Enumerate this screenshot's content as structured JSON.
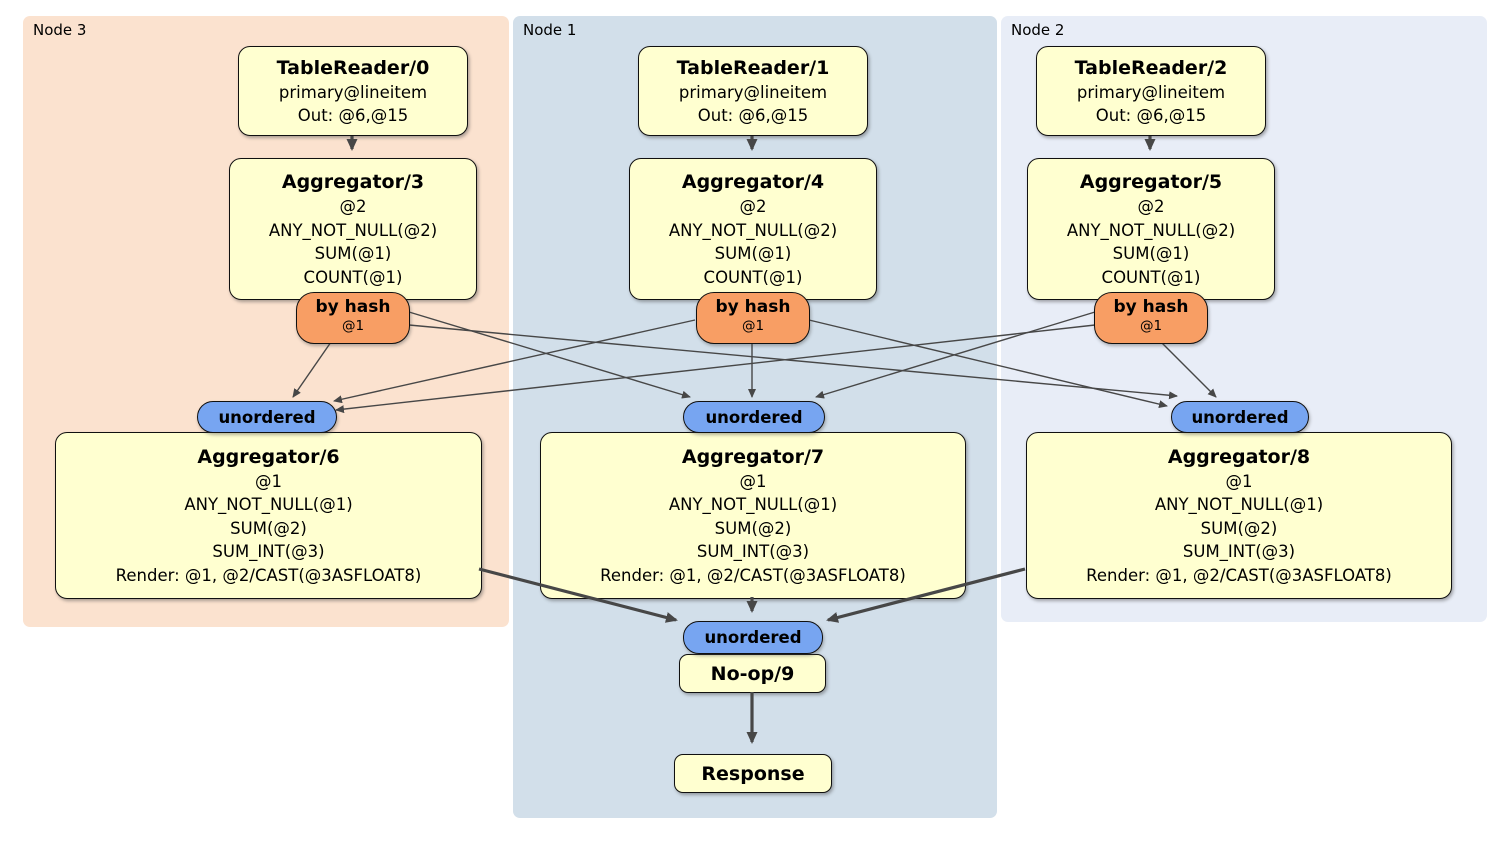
{
  "groups": [
    {
      "label": "Node 3"
    },
    {
      "label": "Node 1"
    },
    {
      "label": "Node 2"
    }
  ],
  "processors": {
    "tr0": {
      "title": "TableReader/0",
      "lines": [
        "primary@lineitem",
        "Out: @6,@15"
      ]
    },
    "tr1": {
      "title": "TableReader/1",
      "lines": [
        "primary@lineitem",
        "Out: @6,@15"
      ]
    },
    "tr2": {
      "title": "TableReader/2",
      "lines": [
        "primary@lineitem",
        "Out: @6,@15"
      ]
    },
    "agg3": {
      "title": "Aggregator/3",
      "lines": [
        "@2",
        "ANY_NOT_NULL(@2)",
        "SUM(@1)",
        "COUNT(@1)"
      ]
    },
    "agg4": {
      "title": "Aggregator/4",
      "lines": [
        "@2",
        "ANY_NOT_NULL(@2)",
        "SUM(@1)",
        "COUNT(@1)"
      ]
    },
    "agg5": {
      "title": "Aggregator/5",
      "lines": [
        "@2",
        "ANY_NOT_NULL(@2)",
        "SUM(@1)",
        "COUNT(@1)"
      ]
    },
    "agg6": {
      "title": "Aggregator/6",
      "lines": [
        "@1",
        "ANY_NOT_NULL(@1)",
        "SUM(@2)",
        "SUM_INT(@3)",
        "Render: @1, @2/CAST(@3ASFLOAT8)"
      ]
    },
    "agg7": {
      "title": "Aggregator/7",
      "lines": [
        "@1",
        "ANY_NOT_NULL(@1)",
        "SUM(@2)",
        "SUM_INT(@3)",
        "Render: @1, @2/CAST(@3ASFLOAT8)"
      ]
    },
    "agg8": {
      "title": "Aggregator/8",
      "lines": [
        "@1",
        "ANY_NOT_NULL(@1)",
        "SUM(@2)",
        "SUM_INT(@3)",
        "Render: @1, @2/CAST(@3ASFLOAT8)"
      ]
    },
    "noop": {
      "title": "No-op/9"
    },
    "response": {
      "title": "Response"
    }
  },
  "router": {
    "label": "by hash",
    "detail": "@1"
  },
  "stream": {
    "label": "unordered"
  },
  "colors": {
    "node3_bg": "#fbe2cf",
    "node1_bg": "#d2dfea",
    "node2_bg": "#e8edf7",
    "processor_fill": "#ffffd0",
    "router_fill": "#f89e64",
    "stream_fill": "#77a5f1",
    "edge": "#474747"
  }
}
